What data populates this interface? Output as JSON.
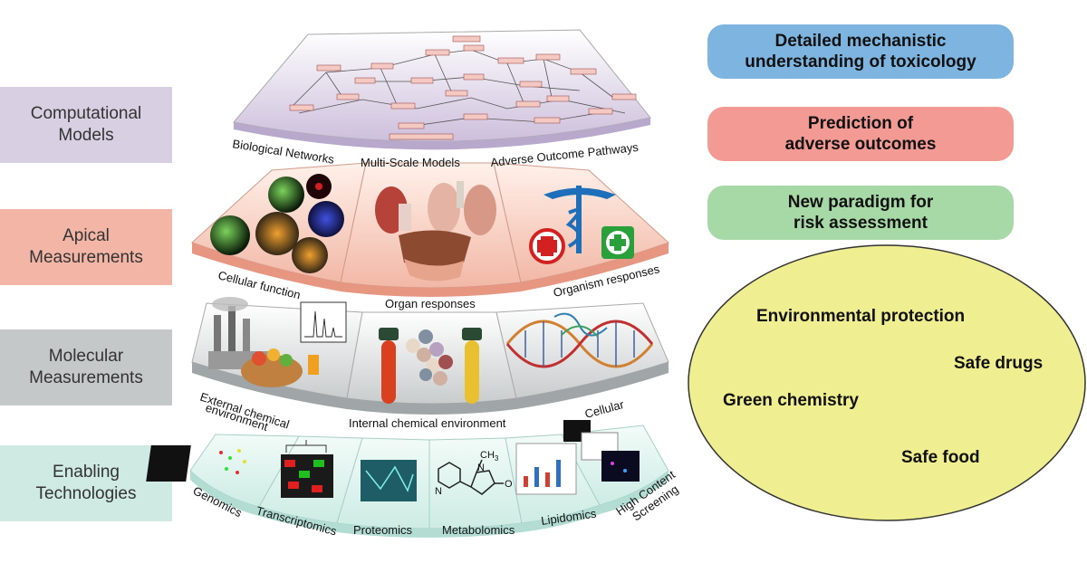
{
  "layers": {
    "computational": "Computational\nModels",
    "apical": "Apical\nMeasurements",
    "molecular": "Molecular\nMeasurements",
    "enabling": "Enabling\nTechnologies"
  },
  "computational_items": [
    "Biological Networks",
    "Multi-Scale Models",
    "Adverse Outcome Pathways"
  ],
  "apical_items": [
    "Cellular function",
    "Organ responses",
    "Organism responses"
  ],
  "molecular_items": {
    "external_line1": "External chemical",
    "external_line2": "environment",
    "internal": "Internal chemical environment",
    "cellular": "Cellular"
  },
  "enabling_items": {
    "genomics": "Genomics",
    "transcriptomics": "Transcriptomics",
    "proteomics": "Proteomics",
    "metabolomics": "Metabolomics",
    "lipidomics": "Lipidomics",
    "hcs_line1": "High Content",
    "hcs_line2": "Screening"
  },
  "goals": [
    "Detailed mechanistic\nunderstanding of toxicology",
    "Prediction of\nadverse outcomes",
    "New paradigm for\nrisk assessment"
  ],
  "benefits": [
    "Environmental protection",
    "Safe drugs",
    "Green chemistry",
    "Safe food"
  ],
  "molecule_labels": {
    "n": "N",
    "ch3": "CH",
    "ch3_sub": "3",
    "o": "O"
  },
  "colors": {
    "computational": "#d8cfe2",
    "apical": "#f2b5a6",
    "molecular": "#c5c8c9",
    "enabling": "#cfe9e3",
    "goal_blue": "#7db5e0",
    "goal_red": "#f29a93",
    "goal_green": "#a6d9a6",
    "ellipse": "#efee90"
  }
}
